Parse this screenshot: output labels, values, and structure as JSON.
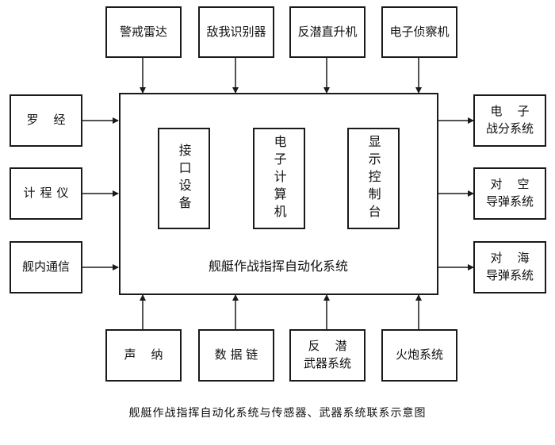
{
  "diagram": {
    "main_system": "舰艇作战指挥自动化系统",
    "internal": {
      "interface": "接口设备",
      "computer": "电子计算机",
      "display": "显示控制台"
    },
    "top": [
      "警戒雷达",
      "敌我识别器",
      "反潜直升机",
      "电子侦察机"
    ],
    "left": [
      "罗    经",
      "计程仪",
      "舰内通信"
    ],
    "right": [
      {
        "line1": "电    子",
        "line2": "战分系统"
      },
      {
        "line1": "对    空",
        "line2": "导弹系统"
      },
      {
        "line1": "对    海",
        "line2": "导弹系统"
      }
    ],
    "bottom": [
      {
        "line1": "声    纳",
        "line2": ""
      },
      {
        "line1": "数 据 链",
        "line2": ""
      },
      {
        "line1": "反    潜",
        "line2": "武器系统"
      },
      {
        "line1": "火炮系统",
        "line2": ""
      }
    ],
    "caption": "舰艇作战指挥自动化系统与传感器、武器系统联系示意图"
  }
}
